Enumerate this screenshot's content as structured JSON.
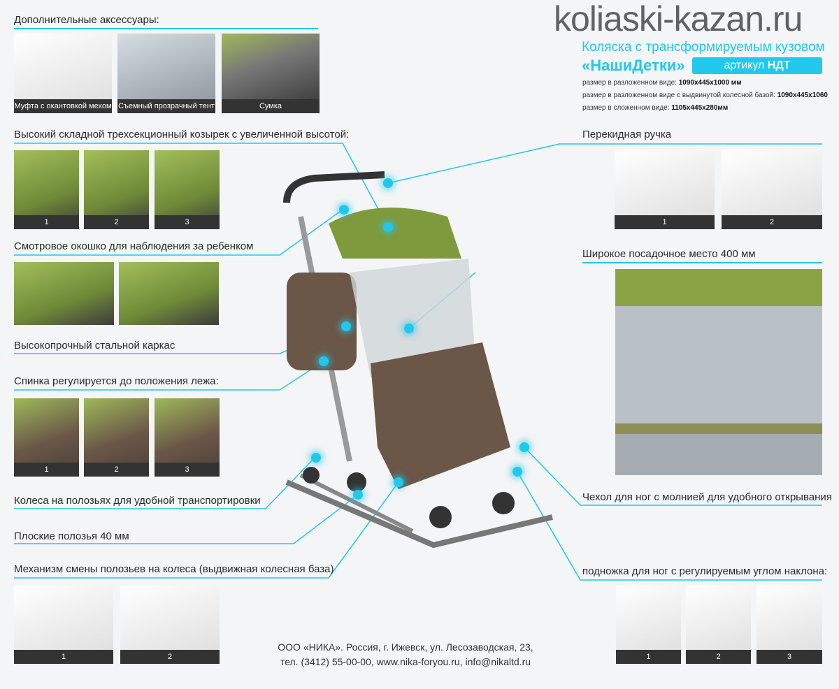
{
  "watermark": "koliaski-kazan.ru",
  "product": {
    "subtitle": "Коляска с трансформируемым кузовом",
    "name": "«НашиДетки»",
    "article_label": "артикул",
    "article": "НДТ"
  },
  "specs": [
    {
      "label": "размер в разложенном виде:",
      "value": "1090x445x1000 мм"
    },
    {
      "label": "размер в разложенном виде с выдвинутой колесной базой:",
      "value": "1090x445x1060"
    },
    {
      "label": "размер в сложенном виде:",
      "value": "1105x445x280мм"
    }
  ],
  "left": {
    "accessories": {
      "title": "Дополнительные аксессуары:",
      "items": [
        "Муфта с окантовкой мехом",
        "Съемный прозрачный тент",
        "Сумка"
      ]
    },
    "visor": {
      "title": "Высокий складной трехсекционный козырек с увеличенной высотой:",
      "items": [
        "1",
        "2",
        "3"
      ]
    },
    "window": {
      "title": "Смотровое окошко для наблюдения за ребенком"
    },
    "frame": {
      "title": "Высокопрочный стальной каркас"
    },
    "backrest": {
      "title": "Спинка регулируется до положения лежа:",
      "items": [
        "1",
        "2",
        "3"
      ]
    },
    "wheels": {
      "title": "Колеса на полозьях для удобной транспортировки"
    },
    "skis": {
      "title": "Плоские полозья 40 мм"
    },
    "mechanism": {
      "title": "Механизм смены полозьев на колеса (выдвижная колесная база)",
      "items": [
        "1",
        "2"
      ]
    }
  },
  "right": {
    "handle": {
      "title": "Перекидная ручка",
      "items": [
        "1",
        "2"
      ]
    },
    "seat": {
      "title": "Широкое посадочное место 400 мм"
    },
    "cover": {
      "title": "Чехол для ног с молнией для удобного открывания"
    },
    "footrest": {
      "title": "подножка для ног с регулируемым углом наклона:",
      "items": [
        "1",
        "2",
        "3"
      ]
    }
  },
  "footer": {
    "line1": "ООО «НИКА». Россия, г. Ижевск, ул. Лесозаводская, 23,",
    "line2": "тел. (3412) 55-00-00, www.nika-foryou.ru, info@nikaltd.ru"
  },
  "colors": {
    "accent": "#22c8ec",
    "green": "#7f9a3c",
    "brown": "#6a5748"
  }
}
